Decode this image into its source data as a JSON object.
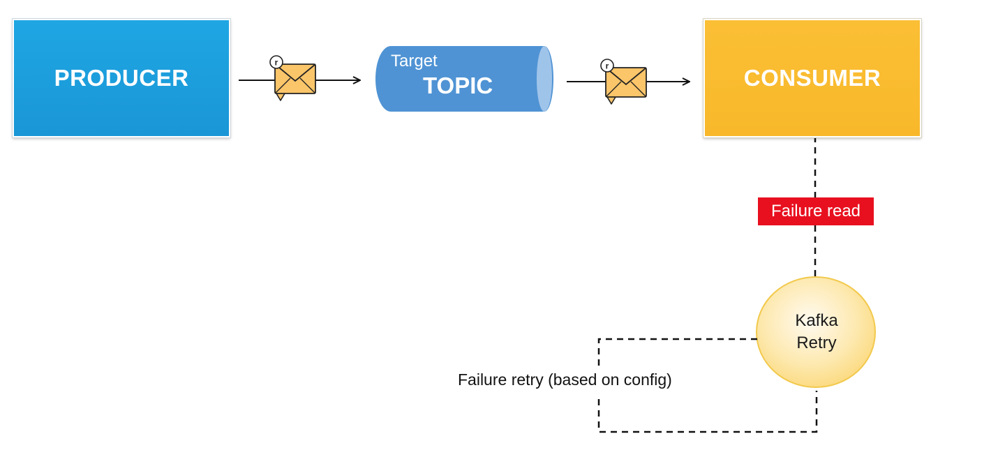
{
  "producer": {
    "label": "PRODUCER"
  },
  "topic": {
    "small_label": "Target",
    "big_label": "TOPIC"
  },
  "consumer": {
    "label": "CONSUMER"
  },
  "failure_read": {
    "label": "Failure read"
  },
  "retry": {
    "line1": "Kafka",
    "line2": "Retry"
  },
  "retry_note": {
    "label": "Failure retry (based on config)"
  },
  "message_icon": {
    "badge_letter": "r"
  },
  "colors": {
    "producer": "#1fa6e3",
    "topic": "#4f93d4",
    "consumer": "#fbbf35",
    "failure_read": "#e8101f",
    "retry_circle": "#fde9a8",
    "envelope": "#fbc56a"
  }
}
